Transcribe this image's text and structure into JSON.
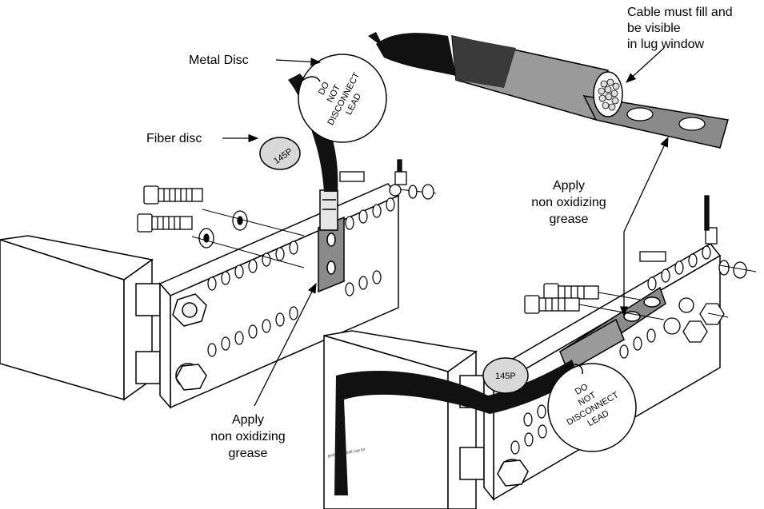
{
  "labels": {
    "metal_disc": "Metal Disc",
    "fiber_disc": "Fiber disc",
    "apply_left": [
      "Apply",
      "non oxidizing",
      "grease"
    ],
    "apply_right": [
      "Apply",
      "non oxidizing",
      "grease"
    ],
    "cable_note": [
      "Cable must fill and",
      "be visible",
      "in lug window"
    ]
  },
  "tags": {
    "fiber_text": "145P",
    "metal_text": [
      "DO",
      "NOT",
      "DISCONNECT",
      "LEAD"
    ]
  },
  "file_name": "gnd bar install cap fxt",
  "colors": {
    "line": "#000000",
    "lug": "#8a8a8a",
    "shade": "#cfcfcf",
    "cable": "#111111"
  }
}
